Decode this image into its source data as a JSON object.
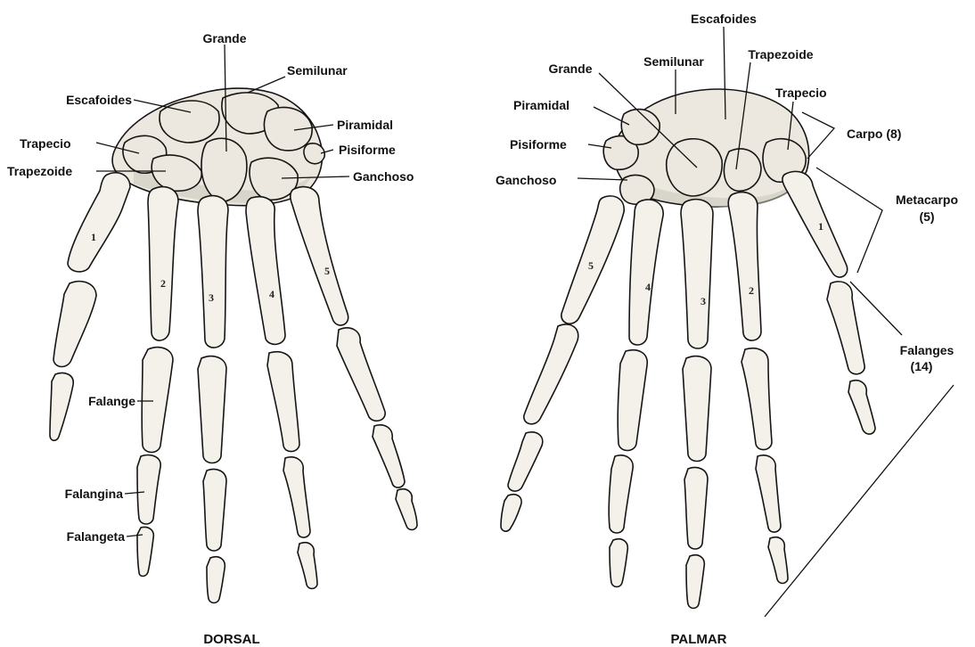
{
  "dorsal": {
    "caption": "DORSAL",
    "labels": {
      "grande": "Grande",
      "semilunar": "Semilunar",
      "escafoides": "Escafoides",
      "piramidal": "Piramidal",
      "trapecio": "Trapecio",
      "pisiforme": "Pisiforme",
      "trapezoide": "Trapezoide",
      "ganchoso": "Ganchoso",
      "falange": "Falange",
      "falangina": "Falangina",
      "falangeta": "Falangeta"
    },
    "finger_numbers": [
      "1",
      "2",
      "3",
      "4",
      "5"
    ]
  },
  "palmar": {
    "caption": "PALMAR",
    "labels": {
      "escafoides": "Escafoides",
      "grande": "Grande",
      "semilunar": "Semilunar",
      "trapezoide": "Trapezoide",
      "piramidal": "Piramidal",
      "trapecio": "Trapecio",
      "pisiforme": "Pisiforme",
      "ganchoso": "Ganchoso"
    },
    "groups": {
      "carpo": "Carpo (8)",
      "metacarpo": "Metacarpo",
      "metacarpo_count": "(5)",
      "falanges": "Falanges",
      "falanges_count": "(14)"
    },
    "finger_numbers": [
      "5",
      "4",
      "3",
      "2",
      "1"
    ]
  }
}
